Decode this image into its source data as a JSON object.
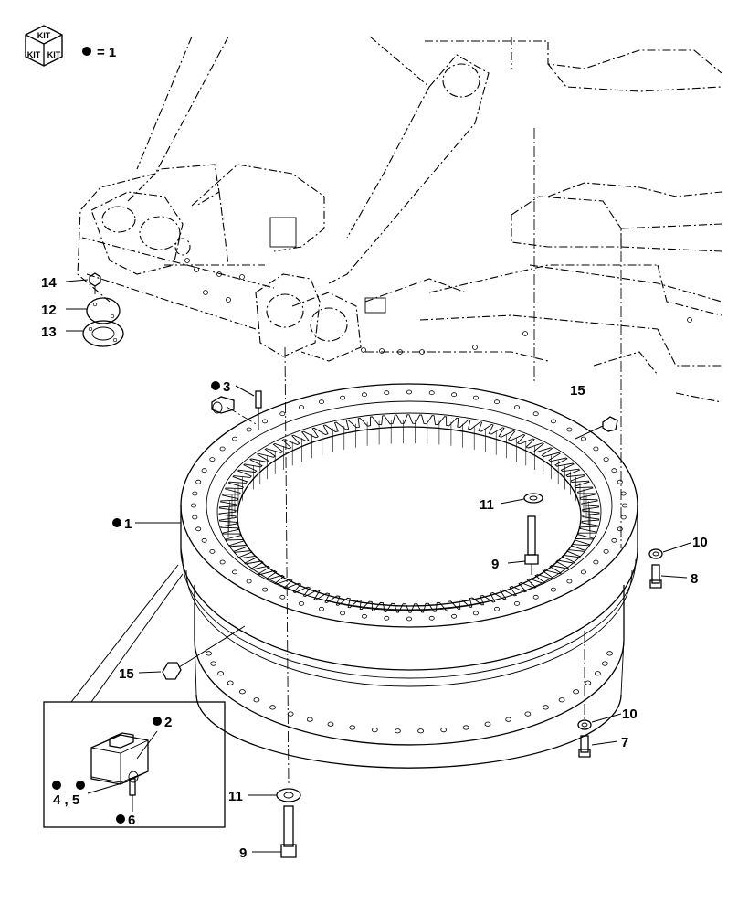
{
  "legend": {
    "kit_text": "KIT",
    "equals_text": "= 1"
  },
  "callouts": [
    {
      "id": "c14",
      "text": "14",
      "kit": false
    },
    {
      "id": "c12",
      "text": "12",
      "kit": false
    },
    {
      "id": "c13",
      "text": "13",
      "kit": false
    },
    {
      "id": "c3",
      "text": "3",
      "kit": true
    },
    {
      "id": "c15a",
      "text": "15",
      "kit": false
    },
    {
      "id": "c11a",
      "text": "11",
      "kit": false
    },
    {
      "id": "c1",
      "text": "1",
      "kit": true
    },
    {
      "id": "c10a",
      "text": "10",
      "kit": false
    },
    {
      "id": "c9a",
      "text": "9",
      "kit": false
    },
    {
      "id": "c8",
      "text": "8",
      "kit": false
    },
    {
      "id": "c15b",
      "text": "15",
      "kit": false
    },
    {
      "id": "c10b",
      "text": "10",
      "kit": false
    },
    {
      "id": "c7",
      "text": "7",
      "kit": false
    },
    {
      "id": "c2",
      "text": "2",
      "kit": true
    },
    {
      "id": "c45",
      "text": "4 , 5",
      "kit": true
    },
    {
      "id": "c6",
      "text": "6",
      "kit": true
    },
    {
      "id": "c11b",
      "text": "11",
      "kit": false
    },
    {
      "id": "c9b",
      "text": "9",
      "kit": false
    }
  ]
}
